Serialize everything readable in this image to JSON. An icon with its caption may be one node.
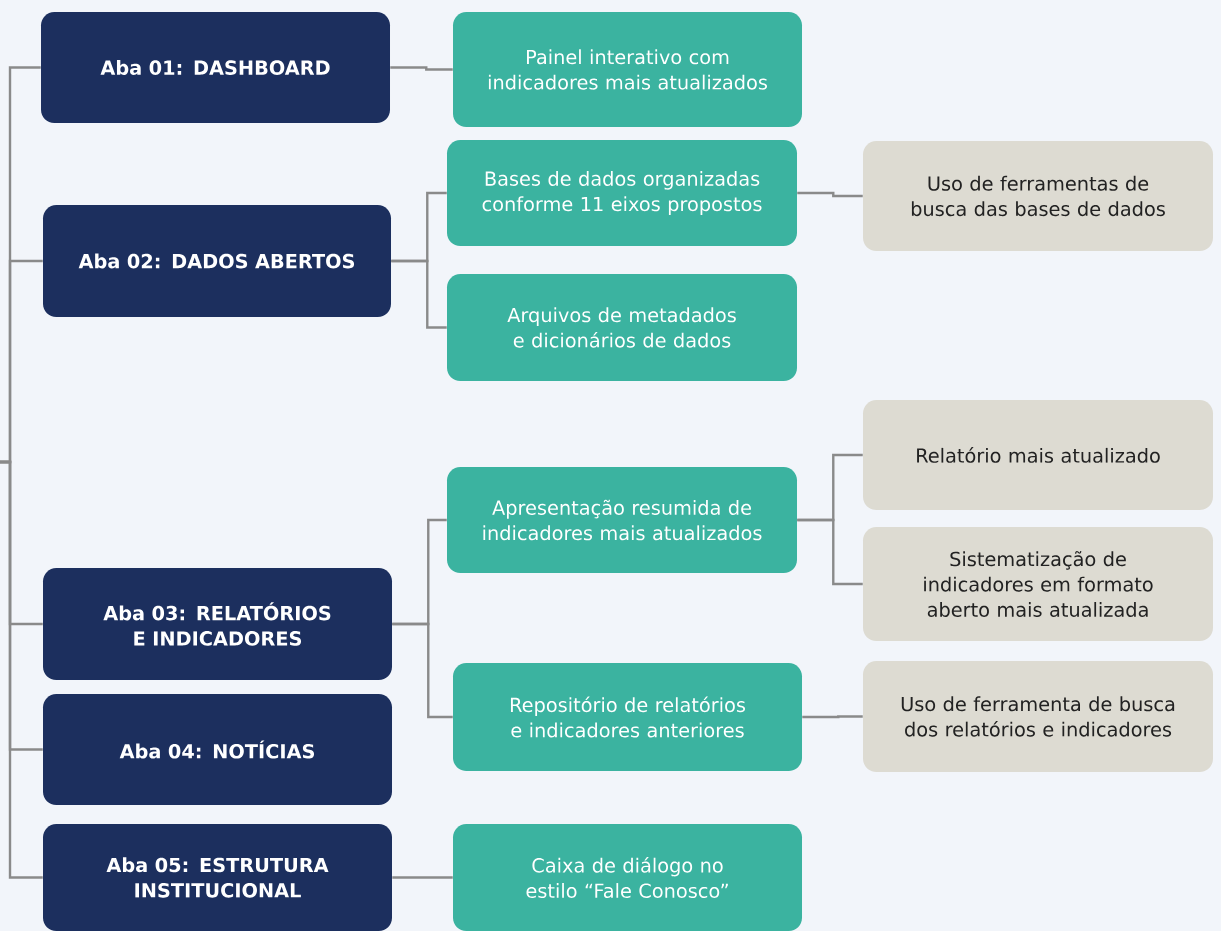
{
  "diagram": {
    "nodes": [
      {
        "text": [
          "Aba 01: DASHBOARD"
        ]
      },
      {
        "text": [
          "Painel interativo com indicadores mais atualizados"
        ]
      },
      {
        "text": [
          "Aba 02: DADOS ABERTOS"
        ]
      },
      {
        "text": [
          "Bases de dados organizadas conforme 11 eixos propostos"
        ]
      },
      {
        "text": [
          "Uso de ferramentas de busca das bases de dados"
        ]
      },
      {
        "text": [
          "Arquivos de metadados e dicionários de dados"
        ]
      },
      {
        "text": [
          "Aba 03: RELATÓRIOS E INDICADORES"
        ]
      },
      {
        "text": [
          "Apresentação resumida de indicadores mais atualizados"
        ]
      },
      {
        "text": [
          "Relatório mais atualizado"
        ]
      },
      {
        "text": [
          "Sistematização de indicadores em formato aberto mais atualizada"
        ]
      },
      {
        "text": [
          "Repositório de relatórios e indicadores anteriores"
        ]
      },
      {
        "text": [
          "Uso de ferramenta de busca dos relatórios e indicadores"
        ]
      },
      {
        "text": [
          "Aba 04: NOTÍCIAS"
        ]
      },
      {
        "text": [
          "Aba 05: ESTRUTURA INSTITUCIONAL"
        ]
      },
      {
        "text": [
          "Caixa de diálogo no estilo “Fale Conosco”"
        ]
      }
    ],
    "edges": [
      {
        "from": null,
        "to": 0,
        "arrow": "none"
      },
      {
        "from": null,
        "to": 2,
        "arrow": "none"
      },
      {
        "from": null,
        "to": 6,
        "arrow": "none"
      },
      {
        "from": null,
        "to": 12,
        "arrow": "none"
      },
      {
        "from": null,
        "to": 13,
        "arrow": "none"
      },
      {
        "from": 0,
        "to": 1,
        "arrow": "none"
      },
      {
        "from": 2,
        "to": 3,
        "arrow": "none"
      },
      {
        "from": 2,
        "to": 5,
        "arrow": "none"
      },
      {
        "from": 3,
        "to": 4,
        "arrow": "none"
      },
      {
        "from": 6,
        "to": 7,
        "arrow": "none"
      },
      {
        "from": 6,
        "to": 10,
        "arrow": "none"
      },
      {
        "from": 7,
        "to": 8,
        "arrow": "none"
      },
      {
        "from": 7,
        "to": 9,
        "arrow": "none"
      },
      {
        "from": 10,
        "to": 11,
        "arrow": "none"
      },
      {
        "from": 13,
        "to": 14,
        "arrow": "none"
      }
    ]
  }
}
